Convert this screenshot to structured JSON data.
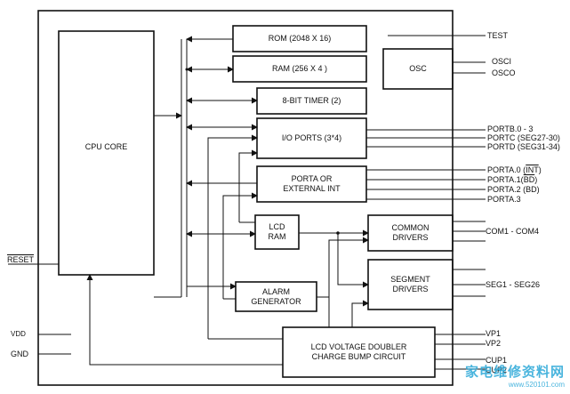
{
  "blocks": {
    "cpu": "CPU CORE",
    "rom": "ROM (2048 X 16)",
    "ram": "RAM (256 X 4 )",
    "timer": "8-BIT TIMER  (2)",
    "io": "I/O  PORTS  (3*4)",
    "porta_1": "PORTA OR",
    "porta_2": "EXTERNAL INT",
    "osc": "OSC",
    "lcdram_1": "LCD",
    "lcdram_2": "RAM",
    "common_1": "COMMON",
    "common_2": "DRIVERS",
    "segment_1": "SEGMENT",
    "segment_2": "DRIVERS",
    "alarm_1": "ALARM",
    "alarm_2": "GENERATOR",
    "doubler_1": "LCD VOLTAGE DOUBLER",
    "doubler_2": "CHARGE BUMP CIRCUIT"
  },
  "pins": {
    "reset": "RESET",
    "vdd": "VDD",
    "gnd": "GND",
    "test": "TEST",
    "osci": "OSCI",
    "osco": "OSCO",
    "portb": "PORTB.0 - 3",
    "portc": "PORTC (SEG27-30)",
    "portd": "PORTD (SEG31-34)",
    "porta0_prefix": "PORTA.0 (",
    "porta0_int": "INT",
    "porta0_suffix": ")",
    "porta1_prefix": "PORTA.1(",
    "porta1_bd": "BD",
    "porta1_suffix": ")",
    "porta2": "PORTA.2 (BD)",
    "porta3": "PORTA.3",
    "com": "COM1 - COM4",
    "seg": "SEG1 - SEG26",
    "vp1": "VP1",
    "vp2": "VP2",
    "cup1": "CUP1",
    "cup2": "CUP2"
  },
  "watermark": {
    "main": "家电维修资料网",
    "sub": "www.520101.com"
  }
}
